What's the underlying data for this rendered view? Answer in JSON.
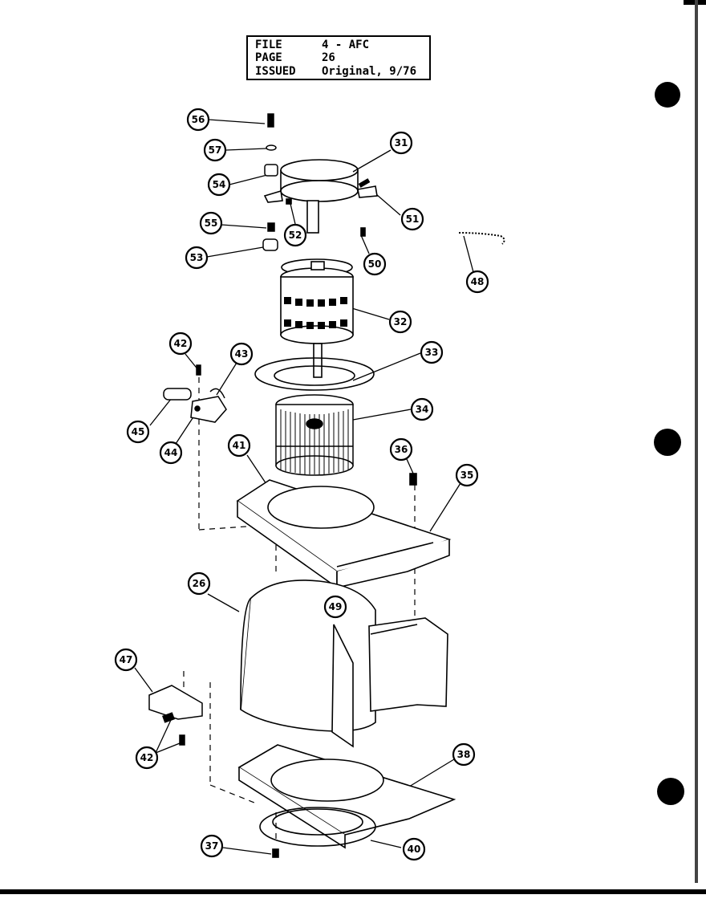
{
  "title_block": {
    "rows": [
      {
        "key": "FILE",
        "value": "4 - AFC"
      },
      {
        "key": "PAGE",
        "value": "26"
      },
      {
        "key": "ISSUED",
        "value": "Original, 9/76"
      }
    ]
  },
  "callouts": [
    {
      "id": "c56",
      "label": "56"
    },
    {
      "id": "c57",
      "label": "57"
    },
    {
      "id": "c54",
      "label": "54"
    },
    {
      "id": "c55",
      "label": "55"
    },
    {
      "id": "c53",
      "label": "53"
    },
    {
      "id": "c52",
      "label": "52"
    },
    {
      "id": "c31",
      "label": "31"
    },
    {
      "id": "c51",
      "label": "51"
    },
    {
      "id": "c50",
      "label": "50"
    },
    {
      "id": "c48",
      "label": "48"
    },
    {
      "id": "c32",
      "label": "32"
    },
    {
      "id": "c33",
      "label": "33"
    },
    {
      "id": "c34",
      "label": "34"
    },
    {
      "id": "c42a",
      "label": "42"
    },
    {
      "id": "c43",
      "label": "43"
    },
    {
      "id": "c45",
      "label": "45"
    },
    {
      "id": "c44",
      "label": "44"
    },
    {
      "id": "c41",
      "label": "41"
    },
    {
      "id": "c36",
      "label": "36"
    },
    {
      "id": "c35",
      "label": "35"
    },
    {
      "id": "c26",
      "label": "26"
    },
    {
      "id": "c49",
      "label": "49"
    },
    {
      "id": "c47",
      "label": "47"
    },
    {
      "id": "c42b",
      "label": "42"
    },
    {
      "id": "c38",
      "label": "38"
    },
    {
      "id": "c37",
      "label": "37"
    },
    {
      "id": "c40",
      "label": "40"
    }
  ],
  "colors": {
    "ink": "#000000",
    "paper": "#ffffff"
  }
}
